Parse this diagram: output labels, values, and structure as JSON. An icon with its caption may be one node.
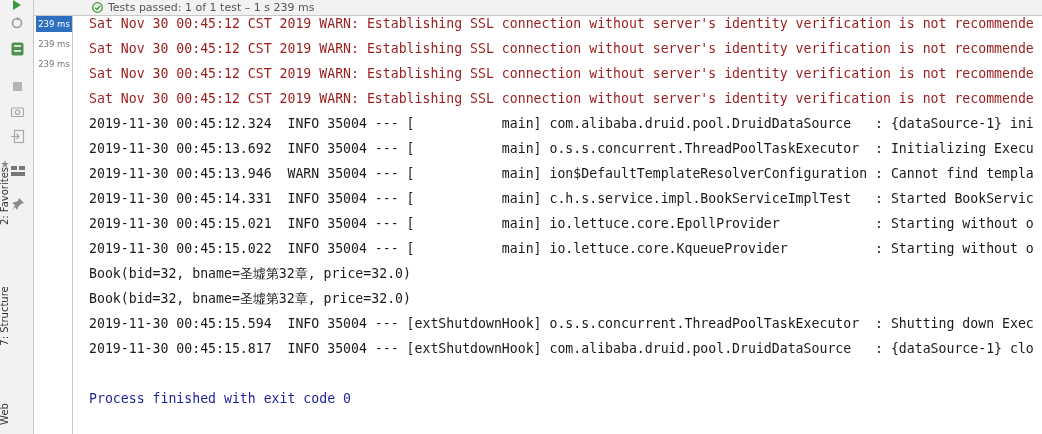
{
  "diagram": {
    "labels": [
      "Tests passed: 1 of 1 test – 1 s 239 ms",
      "239 ms",
      "239 ms",
      "239 ms",
      "Sat Nov 30 00:45:12 CST 2019 WARN: Establishing SSL connection without server's identity verification is not recommende",
      "Sat Nov 30 00:45:12 CST 2019 WARN: Establishing SSL connection without server's identity verification is not recommende",
      "Sat Nov 30 00:45:12 CST 2019 WARN: Establishing SSL connection without server's identity verification is not recommende",
      "Sat Nov 30 00:45:12 CST 2019 WARN: Establishing SSL connection without server's identity verification is not recommende",
      "2019-11-30 00:45:12.324  INFO 35004 --- [           main] com.alibaba.druid.pool.DruidDataSource   : {dataSource-1} ini",
      "2019-11-30 00:45:13.692  INFO 35004 --- [           main] o.s.s.concurrent.ThreadPoolTaskExecutor  : Initializing Execu",
      "2019-11-30 00:45:13.946  WARN 35004 --- [           main] ion$DefaultTemplateResolverConfiguration : Cannot find templa",
      "2019-11-30 00:45:14.331  INFO 35004 --- [           main] c.h.s.service.impl.BookServiceImplTest   : Started BookServic",
      "2019-11-30 00:45:15.021  INFO 35004 --- [           main] io.lettuce.core.EpollProvider            : Starting without o",
      "2019-11-30 00:45:15.022  INFO 35004 --- [           main] io.lettuce.core.KqueueProvider           : Starting without o",
      "Book(bid=32, bname=圣墟第32章, price=32.0)",
      "Book(bid=32, bname=圣墟第32章, price=32.0)",
      "2019-11-30 00:45:15.594  INFO 35004 --- [extShutdownHook] o.s.s.concurrent.ThreadPoolTaskExecutor  : Shutting down Exec",
      "2019-11-30 00:45:15.817  INFO 35004 --- [extShutdownHook] com.alibaba.druid.pool.DruidDataSource   : {dataSource-1} clo",
      "Process finished with exit code 0",
      "2: Favorites",
      "7: Structure",
      "Web"
    ]
  }
}
